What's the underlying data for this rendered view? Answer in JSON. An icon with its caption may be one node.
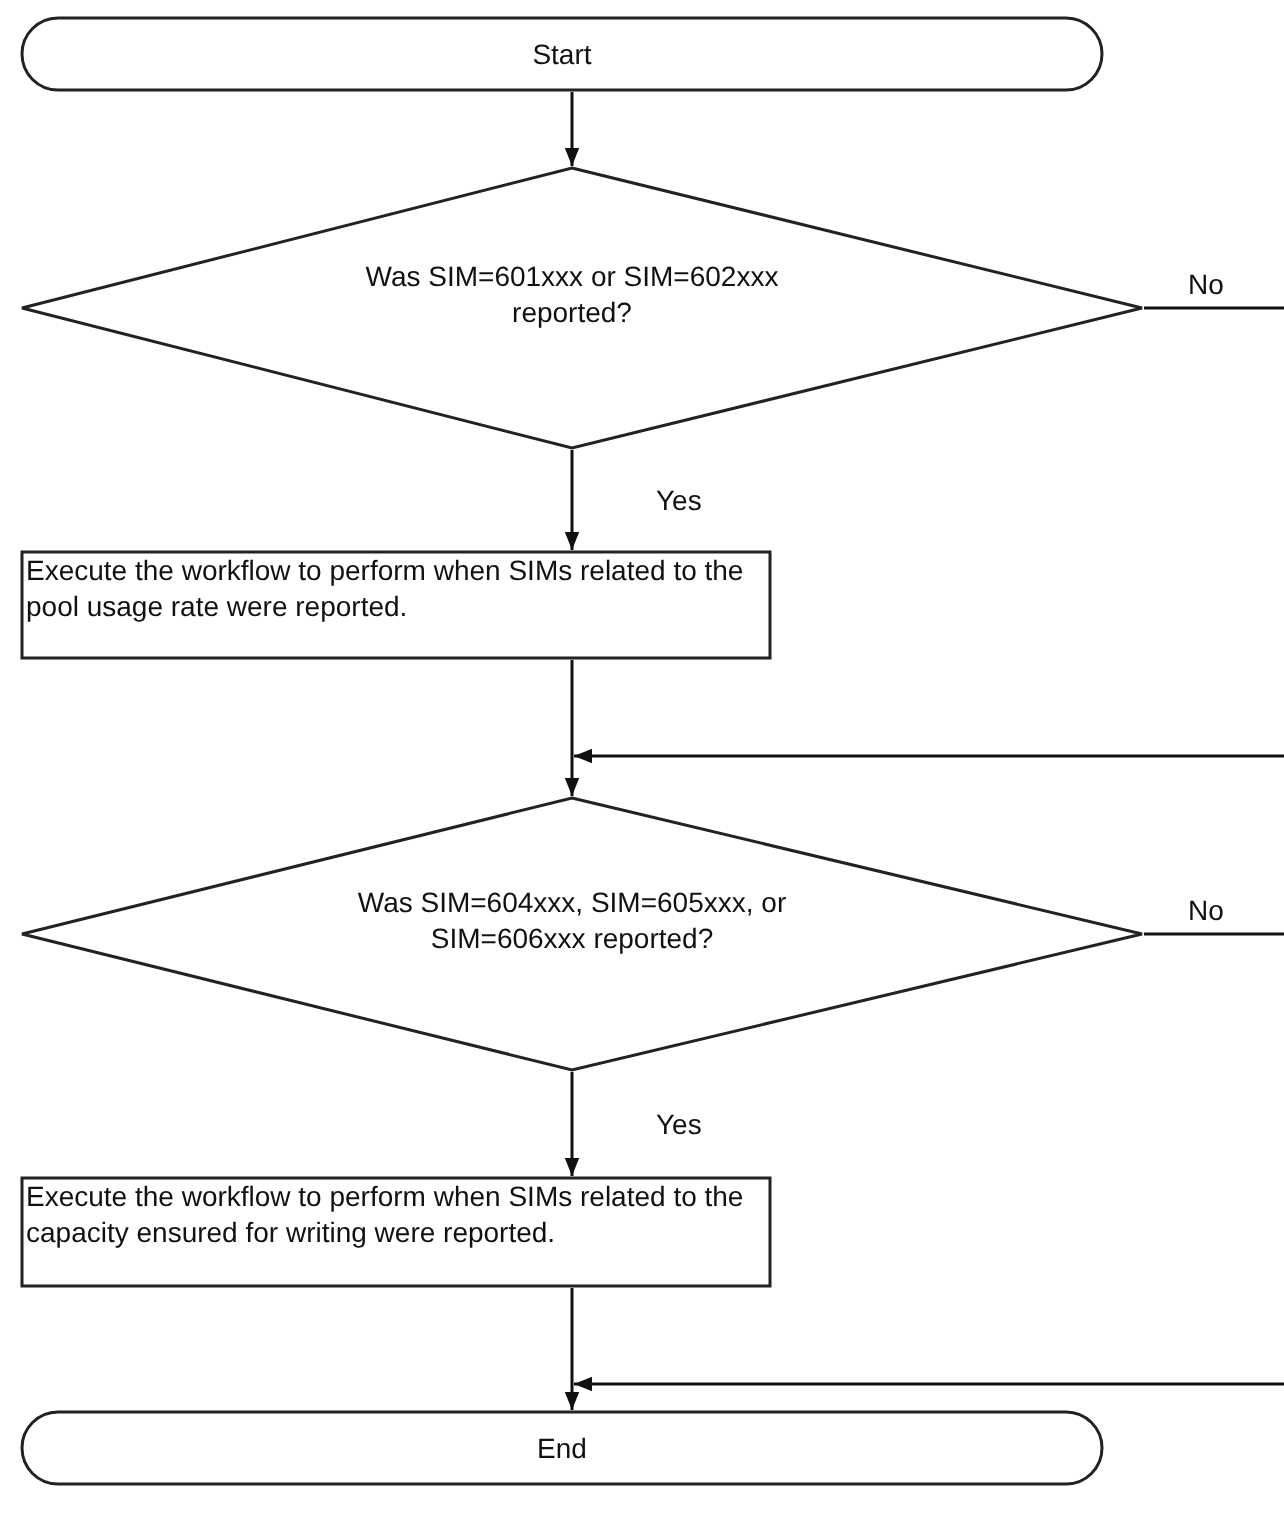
{
  "diagram": {
    "nodes": [
      {
        "text": [
          "Start"
        ]
      },
      {
        "text": [
          "Was SIM=601xxx or SIM=602xxx reported?"
        ]
      },
      {
        "text": [
          "Execute the workflow to perform when SIMs related to the pool usage rate were reported."
        ]
      },
      {
        "text": [
          "Was SIM=604xxx, SIM=605xxx, or SIM=606xxx reported?"
        ]
      },
      {
        "text": [
          "Execute the workflow to perform when SIMs related to the capacity ensured for writing were reported."
        ]
      },
      {
        "text": [
          "End"
        ]
      }
    ],
    "edges": [
      {
        "from": 0,
        "to": 1,
        "arrow": "to"
      },
      {
        "from": 1,
        "to": 2,
        "arrow": "to",
        "label": "Yes"
      },
      {
        "from": 2,
        "to": 3,
        "arrow": "to"
      },
      {
        "from": 1,
        "to": null,
        "arrow": "none",
        "label": "No"
      },
      {
        "from": null,
        "to": 3,
        "arrow": "to"
      },
      {
        "from": 3,
        "to": 4,
        "arrow": "to",
        "label": "Yes"
      },
      {
        "from": 3,
        "to": null,
        "arrow": "none",
        "label": "No"
      },
      {
        "from": 4,
        "to": 5,
        "arrow": "to"
      },
      {
        "from": null,
        "to": 5,
        "arrow": "to"
      }
    ]
  }
}
